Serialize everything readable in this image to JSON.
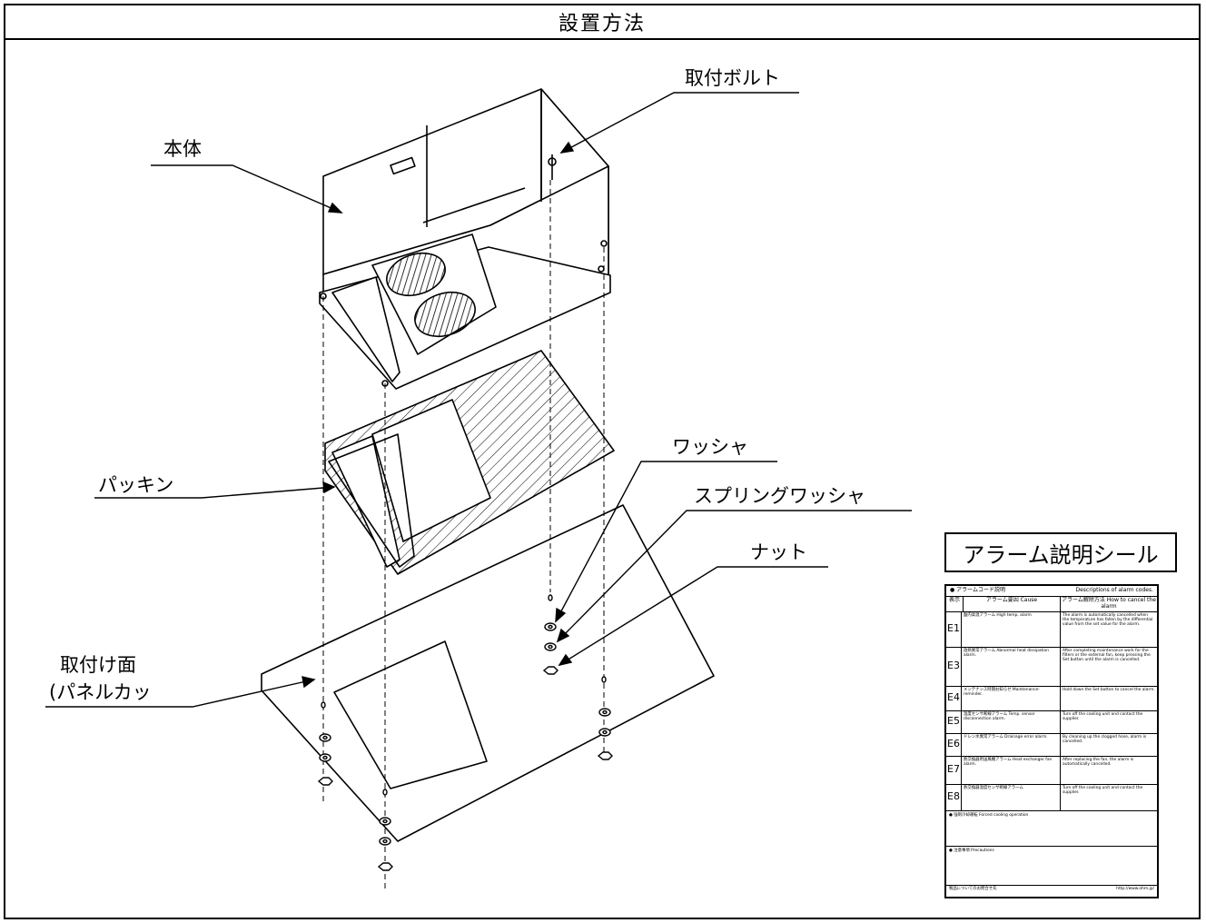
{
  "title": "設置方法",
  "labels": {
    "body": "本体",
    "bolt": "取付ボルト",
    "packing": "パッキン",
    "washer": "ワッシャ",
    "spring_washer": "スプリングワッシャ",
    "nut": "ナット",
    "mount_surface_1": "取付け面",
    "mount_surface_2": "(パネルカッ"
  },
  "sticker": {
    "title": "アラーム説明シール",
    "header_left": "● アラームコード説明",
    "header_right": "Descriptions of alarm codes.",
    "col_code": "表示",
    "col_cause": "アラーム要因 Cause",
    "col_fix": "アラーム解除方法 How to cancel the alarm",
    "rows": [
      {
        "code": "E1",
        "cause": "盤内高温アラーム High temp. alarm",
        "fix": "The alarm is automatically cancelled when the temperature has fallen by the differential value from the set value for the alarm."
      },
      {
        "code": "E3",
        "cause": "放熱異常アラーム Abnormal heat dissipation alarm.",
        "fix": "After completing maintenance work for the filters or the external fan, keep pressing the Set button until the alarm is cancelled."
      },
      {
        "code": "E4",
        "cause": "メンテナンス時期お知らせ Maintenance-reminder.",
        "fix": "Hold down the Set button to cancel the alarm."
      },
      {
        "code": "E5",
        "cause": "温度センサ断線アラーム Temp. sensor disconnection alarm.",
        "fix": "Turn off the cooling unit and contact the supplier."
      },
      {
        "code": "E6",
        "cause": "ドレン水異常アラーム Drainage error alarm.",
        "fix": "By cleaning up the clogged hose, alarm is cancelled."
      },
      {
        "code": "E7",
        "cause": "熱交換器用送風機アラーム Heat exchanger fan alarm.",
        "fix": "After replacing the fan, the alarm is automatically cancelled."
      },
      {
        "code": "E8",
        "cause": "熱交換器温度センサ断線アラーム",
        "fix": "Turn off the cooling unit and contact the supplier."
      }
    ],
    "forced": "● 強制冷却運転 Forced cooling operation",
    "precautions": "● 注意事項 Precautions",
    "footer_left": "製品についてのお問合せ先",
    "footer_right": "http://www.ohm.jp/"
  }
}
